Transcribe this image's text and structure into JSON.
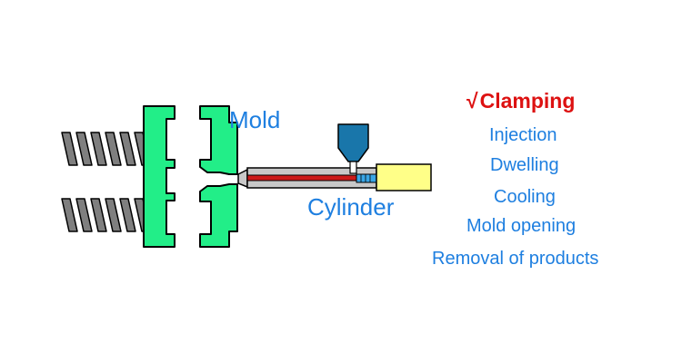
{
  "labels": {
    "mold": "Mold",
    "cylinder": "Cylinder"
  },
  "process_steps": [
    {
      "label": "Clamping",
      "active": true,
      "check": "√"
    },
    {
      "label": "Injection",
      "active": false
    },
    {
      "label": "Dwelling",
      "active": false
    },
    {
      "label": "Cooling",
      "active": false
    },
    {
      "label": "Mold opening",
      "active": false
    },
    {
      "label": "Removal of products",
      "active": false
    }
  ],
  "colors": {
    "label_blue": "#1e7fe0",
    "active_red": "#dd1111",
    "mold_green": "#22ee88",
    "spring_gray": "#7f7f7f",
    "hopper_blue": "#1976aa",
    "barrel_gray": "#c8c8c8",
    "melt_red": "#cc1a1a",
    "screw_blue": "#3aa6e6",
    "motor_yellow": "#ffff88"
  },
  "icons": {
    "active_marker": "checkmark-icon"
  }
}
